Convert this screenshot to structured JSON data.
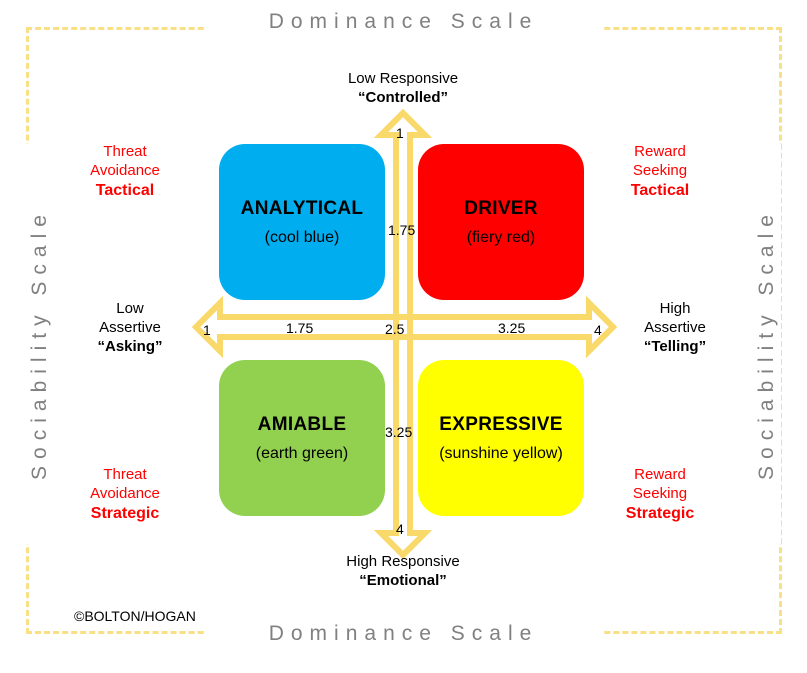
{
  "frame": {
    "border_color": "#F9DF86"
  },
  "titles": {
    "top": "Dominance Scale",
    "bottom": "Dominance Scale",
    "left": "Sociability Scale",
    "right": "Sociability Scale",
    "color": "#808080"
  },
  "axis_captions": {
    "top": {
      "line1": "Low Responsive",
      "line2": "“Controlled”"
    },
    "bottom": {
      "line1": "High  Responsive",
      "line2": "“Emotional”"
    },
    "left": {
      "line1": "Low",
      "line2": "Assertive",
      "line3": "“Asking”"
    },
    "right": {
      "line1": "High",
      "line2": "Assertive",
      "line3": "“Telling”"
    }
  },
  "corners": {
    "top_left": {
      "line1": "Threat",
      "line2": "Avoidance",
      "line3": "Tactical"
    },
    "top_right": {
      "line1": "Reward",
      "line2": "Seeking",
      "line3": "Tactical"
    },
    "bottom_left": {
      "line1": "Threat",
      "line2": "Avoidance",
      "line3": "Strategic"
    },
    "bottom_right": {
      "line1": "Reward",
      "line2": "Seeking",
      "line3": "Strategic"
    },
    "color": "#FF0000"
  },
  "quadrants": [
    {
      "key": "analytical",
      "name": "ANALYTICAL",
      "subtitle": "(cool blue)",
      "color": "#00AEEF"
    },
    {
      "key": "driver",
      "name": "DRIVER",
      "subtitle": "(fiery red)",
      "color": "#FF0000"
    },
    {
      "key": "amiable",
      "name": "AMIABLE",
      "subtitle": "(earth green)",
      "color": "#92D050"
    },
    {
      "key": "expressive",
      "name": "EXPRESSIVE",
      "subtitle": "(sunshine  yellow)",
      "color": "#FFFF00"
    }
  ],
  "ticks": {
    "horizontal": [
      "1",
      "1.75",
      "2.5",
      "3.25",
      "4"
    ],
    "vertical": [
      "1",
      "1.75",
      "2.5",
      "3.25",
      "4"
    ]
  },
  "axis_color": "#FAD96B",
  "credit": "©BOLTON/HOGAN",
  "chart_data": {
    "type": "scatter",
    "title": "Dominance Scale / Sociability Scale Behavioural Styles Matrix",
    "xlabel": "Dominance Scale",
    "ylabel": "Sociability Scale",
    "xlim": [
      1,
      4
    ],
    "ylim": [
      1,
      4
    ],
    "xticks": [
      1,
      1.75,
      2.5,
      3.25,
      4
    ],
    "yticks": [
      1,
      1.75,
      2.5,
      3.25,
      4
    ],
    "x_axis_low_label": "Low Assertive “Asking”",
    "x_axis_high_label": "High Assertive “Telling”",
    "y_axis_low_label": "Low Responsive “Controlled”",
    "y_axis_high_label": "High Responsive “Emotional”",
    "grid": false,
    "legend": "none",
    "quadrants": [
      {
        "label": "ANALYTICAL",
        "annotation": "(cool blue)",
        "color": "#00AEEF",
        "x_range": [
          1,
          2.5
        ],
        "y_range": [
          1,
          2.5
        ],
        "position": "top-left",
        "motivation": "Threat Avoidance",
        "orientation": "Tactical"
      },
      {
        "label": "DRIVER",
        "annotation": "(fiery red)",
        "color": "#FF0000",
        "x_range": [
          2.5,
          4
        ],
        "y_range": [
          1,
          2.5
        ],
        "position": "top-right",
        "motivation": "Reward Seeking",
        "orientation": "Tactical"
      },
      {
        "label": "AMIABLE",
        "annotation": "(earth green)",
        "color": "#92D050",
        "x_range": [
          1,
          2.5
        ],
        "y_range": [
          2.5,
          4
        ],
        "position": "bottom-left",
        "motivation": "Threat Avoidance",
        "orientation": "Strategic"
      },
      {
        "label": "EXPRESSIVE",
        "annotation": "(sunshine  yellow)",
        "color": "#FFFF00",
        "x_range": [
          2.5,
          4
        ],
        "y_range": [
          2.5,
          4
        ],
        "position": "bottom-right",
        "motivation": "Reward Seeking",
        "orientation": "Strategic"
      }
    ],
    "annotations": [
      "©BOLTON/HOGAN"
    ]
  }
}
